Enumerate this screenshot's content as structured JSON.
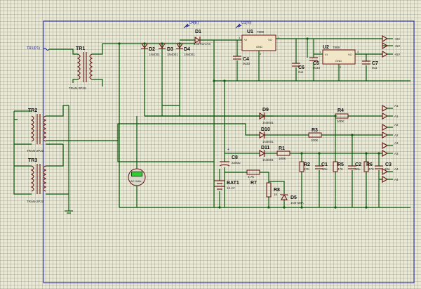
{
  "colors": {
    "wire": "#0c5a0c",
    "component": "#6a1010",
    "frame": "#1a1aa0",
    "grid": "#e9e9d6"
  },
  "transformers": [
    {
      "ref": "TR1",
      "value": "TRAN-2P2S"
    },
    {
      "ref": "TR2",
      "value": "TRAN-2P2S"
    },
    {
      "ref": "TR3",
      "value": "TRAN-2P2S"
    }
  ],
  "source": {
    "label": "TR1(P1)"
  },
  "diodes": [
    {
      "ref": "D1",
      "value": "1N5711VAS"
    },
    {
      "ref": "D2",
      "value": "1N4001"
    },
    {
      "ref": "D3",
      "value": "1N4001"
    },
    {
      "ref": "D4",
      "value": "1N4001"
    },
    {
      "ref": "D5",
      "value": "1N4728A"
    },
    {
      "ref": "D9",
      "value": "1N4001"
    },
    {
      "ref": "D10",
      "value": "1N4001"
    },
    {
      "ref": "D11",
      "value": "1N4001"
    }
  ],
  "probes": {
    "d4k": "D4(K)",
    "u1vi": "U1(VI)"
  },
  "regulators": [
    {
      "ref": "U1",
      "value": "7809",
      "vi": "VI",
      "vo": "VO",
      "gnd": "GND",
      "pin_in": "1",
      "pin_out": "3",
      "pin_gnd": "2"
    },
    {
      "ref": "U2",
      "value": "7809",
      "vi": "VI",
      "vo": "VO",
      "gnd": "GND",
      "pin_in": "1",
      "pin_out": "3",
      "pin_gnd": "2"
    }
  ],
  "capacitors": [
    {
      "ref": "C4",
      "value": "0u33"
    },
    {
      "ref": "C5",
      "value": "0u33"
    },
    {
      "ref": "C6",
      "value": "0u1"
    },
    {
      "ref": "C7",
      "value": "0u1"
    },
    {
      "ref": "C8",
      "value": "2200u"
    },
    {
      "ref": "C1",
      "value": "10u"
    },
    {
      "ref": "C2",
      "value": "10u"
    },
    {
      "ref": "C3",
      "value": "10u"
    }
  ],
  "resistors": [
    {
      "ref": "R1",
      "value": "100K"
    },
    {
      "ref": "R2",
      "value": "47K"
    },
    {
      "ref": "R3",
      "value": "100K"
    },
    {
      "ref": "R4",
      "value": "100K"
    },
    {
      "ref": "R5",
      "value": "47K"
    },
    {
      "ref": "R6",
      "value": "47K"
    },
    {
      "ref": "R7",
      "value": "4.7K"
    },
    {
      "ref": "R8",
      "value": "1K"
    }
  ],
  "battery": {
    "ref": "BAT1",
    "value": "13.4V"
  },
  "meter": {
    "label": "AC Volts"
  },
  "terminals": [
    {
      "name": "+9V"
    },
    {
      "name": "+5V"
    },
    {
      "name": "+5V"
    },
    {
      "name": "A1"
    },
    {
      "name": "A1"
    },
    {
      "name": "A2"
    },
    {
      "name": "A2"
    },
    {
      "name": "A3"
    },
    {
      "name": "A3"
    },
    {
      "name": "A4"
    },
    {
      "name": "A4"
    }
  ]
}
